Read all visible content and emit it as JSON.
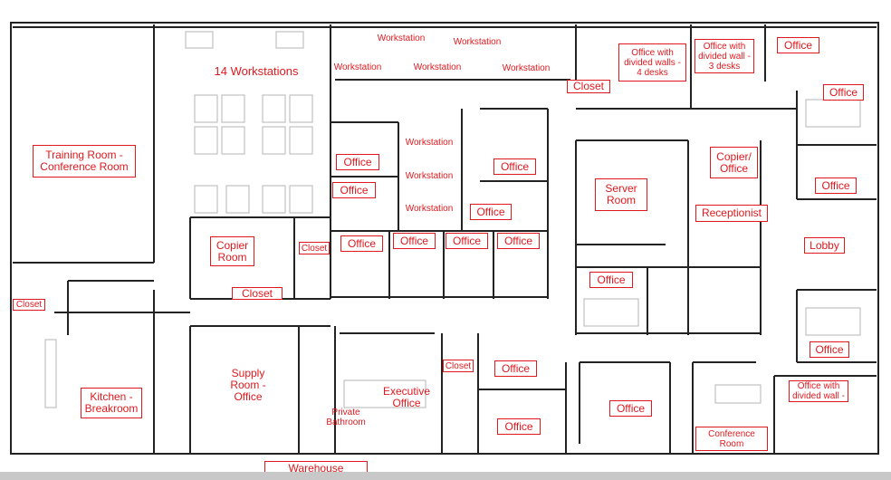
{
  "plan": {
    "wall_color": "#222222",
    "furniture_color": "#b5b5b5",
    "label_color": "#e0191e",
    "labels": [
      "14 Workstations",
      "Training Room -\nConference Room",
      "Workstation",
      "Workstation",
      "Workstation",
      "Workstation",
      "Workstation",
      "Office with\ndivided walls -\n4 desks",
      "Office with\ndivided wall -\n3 desks",
      "Office",
      "Office",
      "Closet",
      "Copier/\nOffice",
      "Office",
      "Server\nRoom",
      "Receptionist",
      "Lobby",
      "Office",
      "Workstation",
      "Office",
      "Office",
      "Workstation",
      "Workstation",
      "Office",
      "Office",
      "Office",
      "Office",
      "Office",
      "Copier\nRoom",
      "Closet",
      "Closet",
      "Closet",
      "Office",
      "Office",
      "Supply\nRoom -\nOffice",
      "Executive\nOffice",
      "Closet",
      "Office",
      "Private\nBathroom",
      "Kitchen -\nBreakroom",
      "Office",
      "Office",
      "Office with\ndivided wall -",
      "Conference\nRoom",
      "Warehouse"
    ]
  }
}
